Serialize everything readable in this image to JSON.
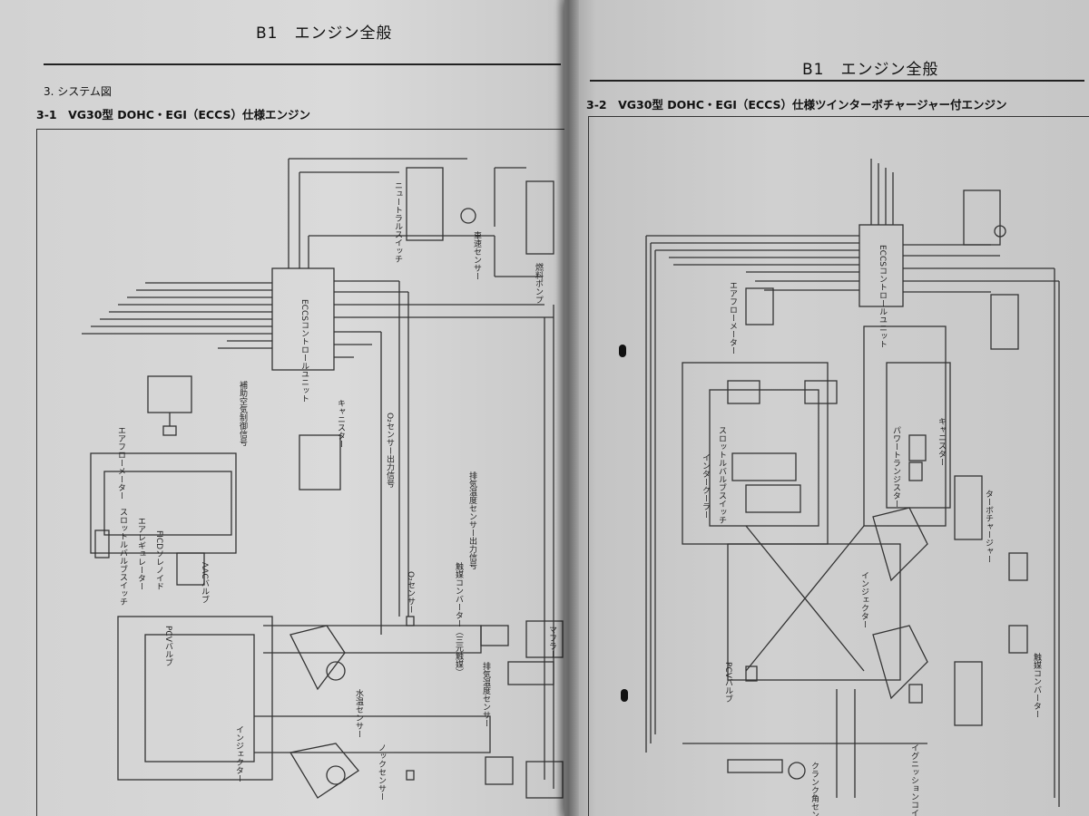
{
  "left_page": {
    "header": "B1　エンジン全般",
    "section": "3. システム図",
    "subsection": "3-1　VG30型 DOHC・EGI（ECCS）仕様エンジン",
    "labels": {
      "ecu": "ECCSコントロールユニット",
      "canister": "キャニスター",
      "o2_signal": "O₂センサー出力信号",
      "exhaust_signal": "排気温度センサー出力信号",
      "o2_sensor": "O₂センサー",
      "catalyst": "触媒コンバーター（三元触媒）",
      "muffler": "マフラー",
      "exhaust_temp": "排気温度センサー",
      "water_temp": "水温センサー",
      "injector": "インジェクター",
      "knock": "ノックセンサー",
      "pcv": "PCVバルブ",
      "throttle": "スロットルバルブスイッチ",
      "air_regulator": "エアレギュレーター",
      "fico": "FICDソレノイド",
      "aac": "AACバルブ",
      "airflow": "エアフローメーター",
      "aux_air": "補助空気制御信号",
      "neutral": "ニュートラルスイッチ",
      "speed_sensor": "車速センサー",
      "fuel_pump": "燃料ポンプ"
    }
  },
  "right_page": {
    "header": "B1　エンジン全般",
    "subsection": "3-2　VG30型 DOHC・EGI（ECCS）仕様ツインターボチャージャー付エンジン",
    "labels": {
      "ecu": "ECCSコントロールユニット",
      "airflow": "エアフローメーター",
      "injector": "インジェクター",
      "power_transistor": "パワートランジスター",
      "crank_sensor": "クランク角センサー",
      "pcv": "PCVバルブ",
      "turbo": "ターボチャージャー",
      "catalyst": "触媒コンバーター",
      "intercooler": "インタークーラー",
      "ignition_coil": "イグニッションコイル",
      "throttle_switch": "スロットルバルブスイッチ",
      "canister": "キャニスター"
    }
  }
}
